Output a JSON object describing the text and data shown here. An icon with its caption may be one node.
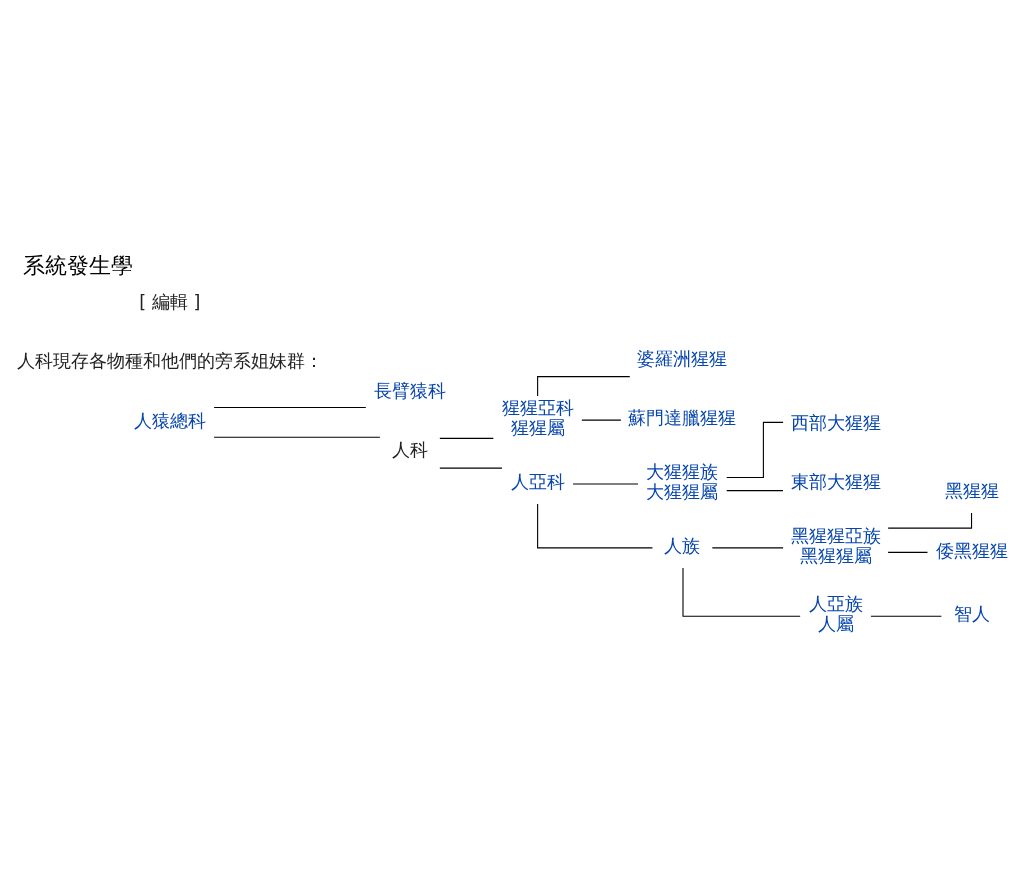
{
  "diagram": {
    "title": "系統發生學",
    "nodes": [
      {
        "text": [
          "人猿總科"
        ]
      },
      {
        "text": [
          "長臂猿科"
        ]
      },
      {
        "text": [
          "人科"
        ]
      },
      {
        "text": [
          "猩猩亞科",
          "猩猩屬"
        ]
      },
      {
        "text": [
          "婆羅洲猩猩"
        ]
      },
      {
        "text": [
          "蘇門達臘猩猩"
        ]
      },
      {
        "text": [
          "人亞科"
        ]
      },
      {
        "text": [
          "大猩猩族",
          "大猩猩屬"
        ]
      },
      {
        "text": [
          "西部大猩猩"
        ]
      },
      {
        "text": [
          "東部大猩猩"
        ]
      },
      {
        "text": [
          "人族"
        ]
      },
      {
        "text": [
          "黑猩猩亞族",
          "黑猩猩屬"
        ]
      },
      {
        "text": [
          "黑猩猩"
        ]
      },
      {
        "text": [
          "倭黑猩猩"
        ]
      },
      {
        "text": [
          "人亞族",
          "人屬"
        ]
      },
      {
        "text": [
          "智人"
        ]
      }
    ],
    "edges": [
      {
        "from": 0,
        "to": 1,
        "arrow": "none"
      },
      {
        "from": 0,
        "to": 2,
        "arrow": "none"
      },
      {
        "from": 2,
        "to": 3,
        "arrow": "none"
      },
      {
        "from": 3,
        "to": 4,
        "arrow": "none"
      },
      {
        "from": 3,
        "to": 5,
        "arrow": "none"
      },
      {
        "from": 2,
        "to": 6,
        "arrow": "none"
      },
      {
        "from": 6,
        "to": 7,
        "arrow": "none"
      },
      {
        "from": 7,
        "to": 8,
        "arrow": "none"
      },
      {
        "from": 7,
        "to": 9,
        "arrow": "none"
      },
      {
        "from": 6,
        "to": 10,
        "arrow": "none"
      },
      {
        "from": 10,
        "to": 11,
        "arrow": "none"
      },
      {
        "from": 11,
        "to": 12,
        "arrow": "none"
      },
      {
        "from": 11,
        "to": 13,
        "arrow": "none"
      },
      {
        "from": 10,
        "to": 14,
        "arrow": "none"
      },
      {
        "from": 14,
        "to": 15,
        "arrow": "none"
      }
    ],
    "labels": [
      "[ 編輯 ]",
      "人科現存各物種和他們的旁系姐妹群："
    ]
  }
}
